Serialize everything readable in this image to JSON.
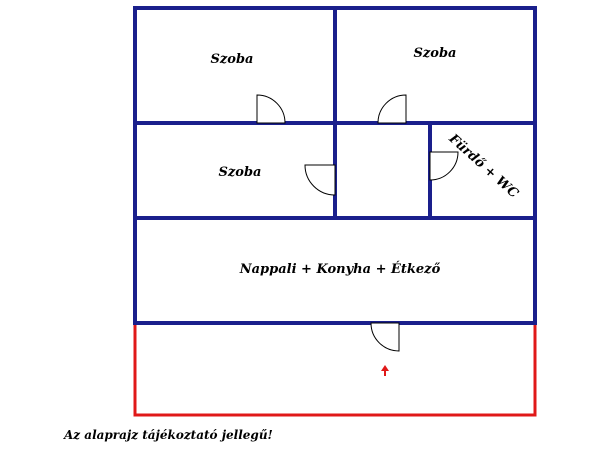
{
  "rooms": {
    "room_1": "Szoba",
    "room_2": "Szoba",
    "room_3": "Szoba",
    "bathroom": "Fürdő + WC",
    "living": "Nappali + Konyha + Étkező"
  },
  "note": "Az alaprajz tájékoztató jellegű!",
  "colors": {
    "walls": "#1a1f8c",
    "terrace": "#e01818",
    "entrance_arrow": "#e01818"
  }
}
